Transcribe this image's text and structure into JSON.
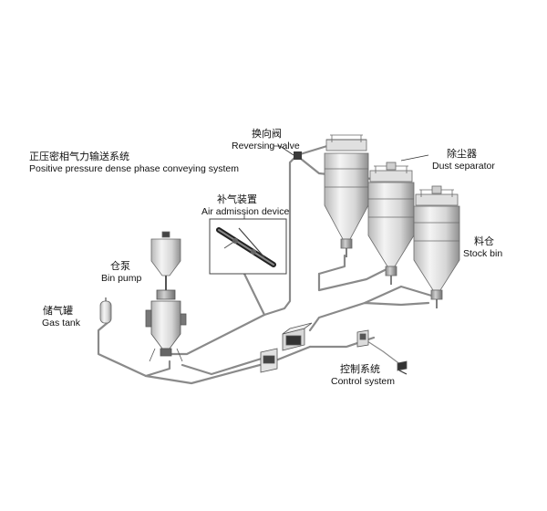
{
  "labels": {
    "system": {
      "zh": "正压密相气力输送系统",
      "en": "Positive pressure dense phase conveying system"
    },
    "reversing_valve": {
      "zh": "换向阀",
      "en": "Reversing valve"
    },
    "air_admission": {
      "zh": "补气装置",
      "en": "Air admission device"
    },
    "dust_separator": {
      "zh": "除尘器",
      "en": "Dust separator"
    },
    "stock_bin": {
      "zh": "料仓",
      "en": "Stock bin"
    },
    "bin_pump": {
      "zh": "仓泵",
      "en": "Bin pump"
    },
    "gas_tank": {
      "zh": "储气罐",
      "en": "Gas tank"
    },
    "control_system": {
      "zh": "控制系统",
      "en": "Control system"
    }
  },
  "colors": {
    "line": "#555555",
    "pipe": "#8a8a8a",
    "metal_light": "#eeeeee",
    "metal_dark": "#9a9a9a"
  }
}
